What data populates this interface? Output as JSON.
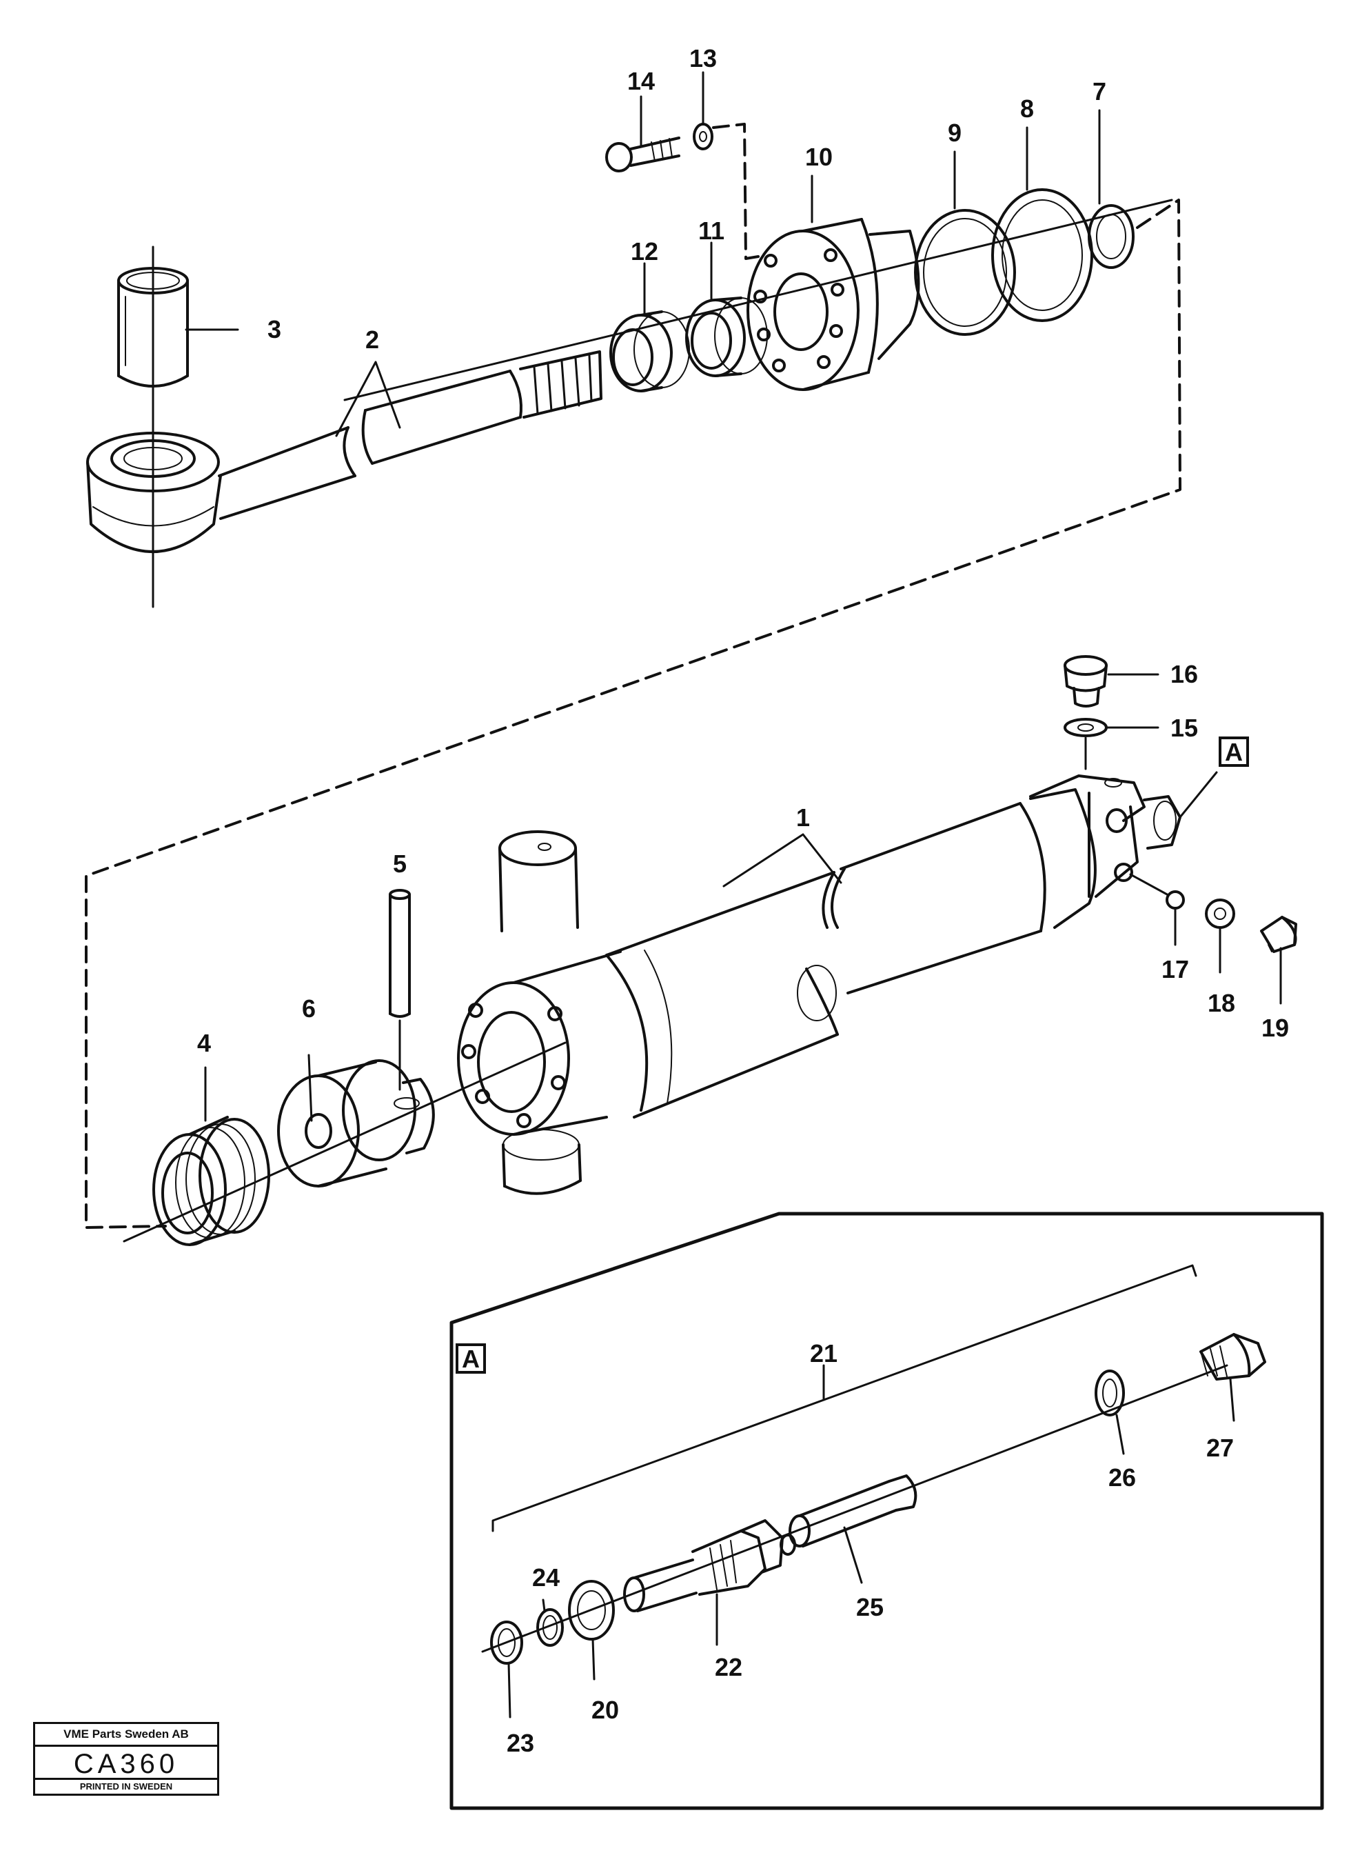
{
  "callouts": {
    "n1": "1",
    "n2": "2",
    "n3": "3",
    "n4": "4",
    "n5": "5",
    "n6": "6",
    "n7": "7",
    "n8": "8",
    "n9": "9",
    "n10": "10",
    "n11": "11",
    "n12": "12",
    "n13": "13",
    "n14": "14",
    "n15": "15",
    "n16": "16",
    "n17": "17",
    "n18": "18",
    "n19": "19",
    "n20": "20",
    "n21": "21",
    "n22": "22",
    "n23": "23",
    "n24": "24",
    "n25": "25",
    "n26": "26",
    "n27": "27"
  },
  "detail_marker": "A",
  "stamp": {
    "company": "VME Parts Sweden AB",
    "code": "CA360",
    "printed": "PRINTED IN SWEDEN"
  }
}
